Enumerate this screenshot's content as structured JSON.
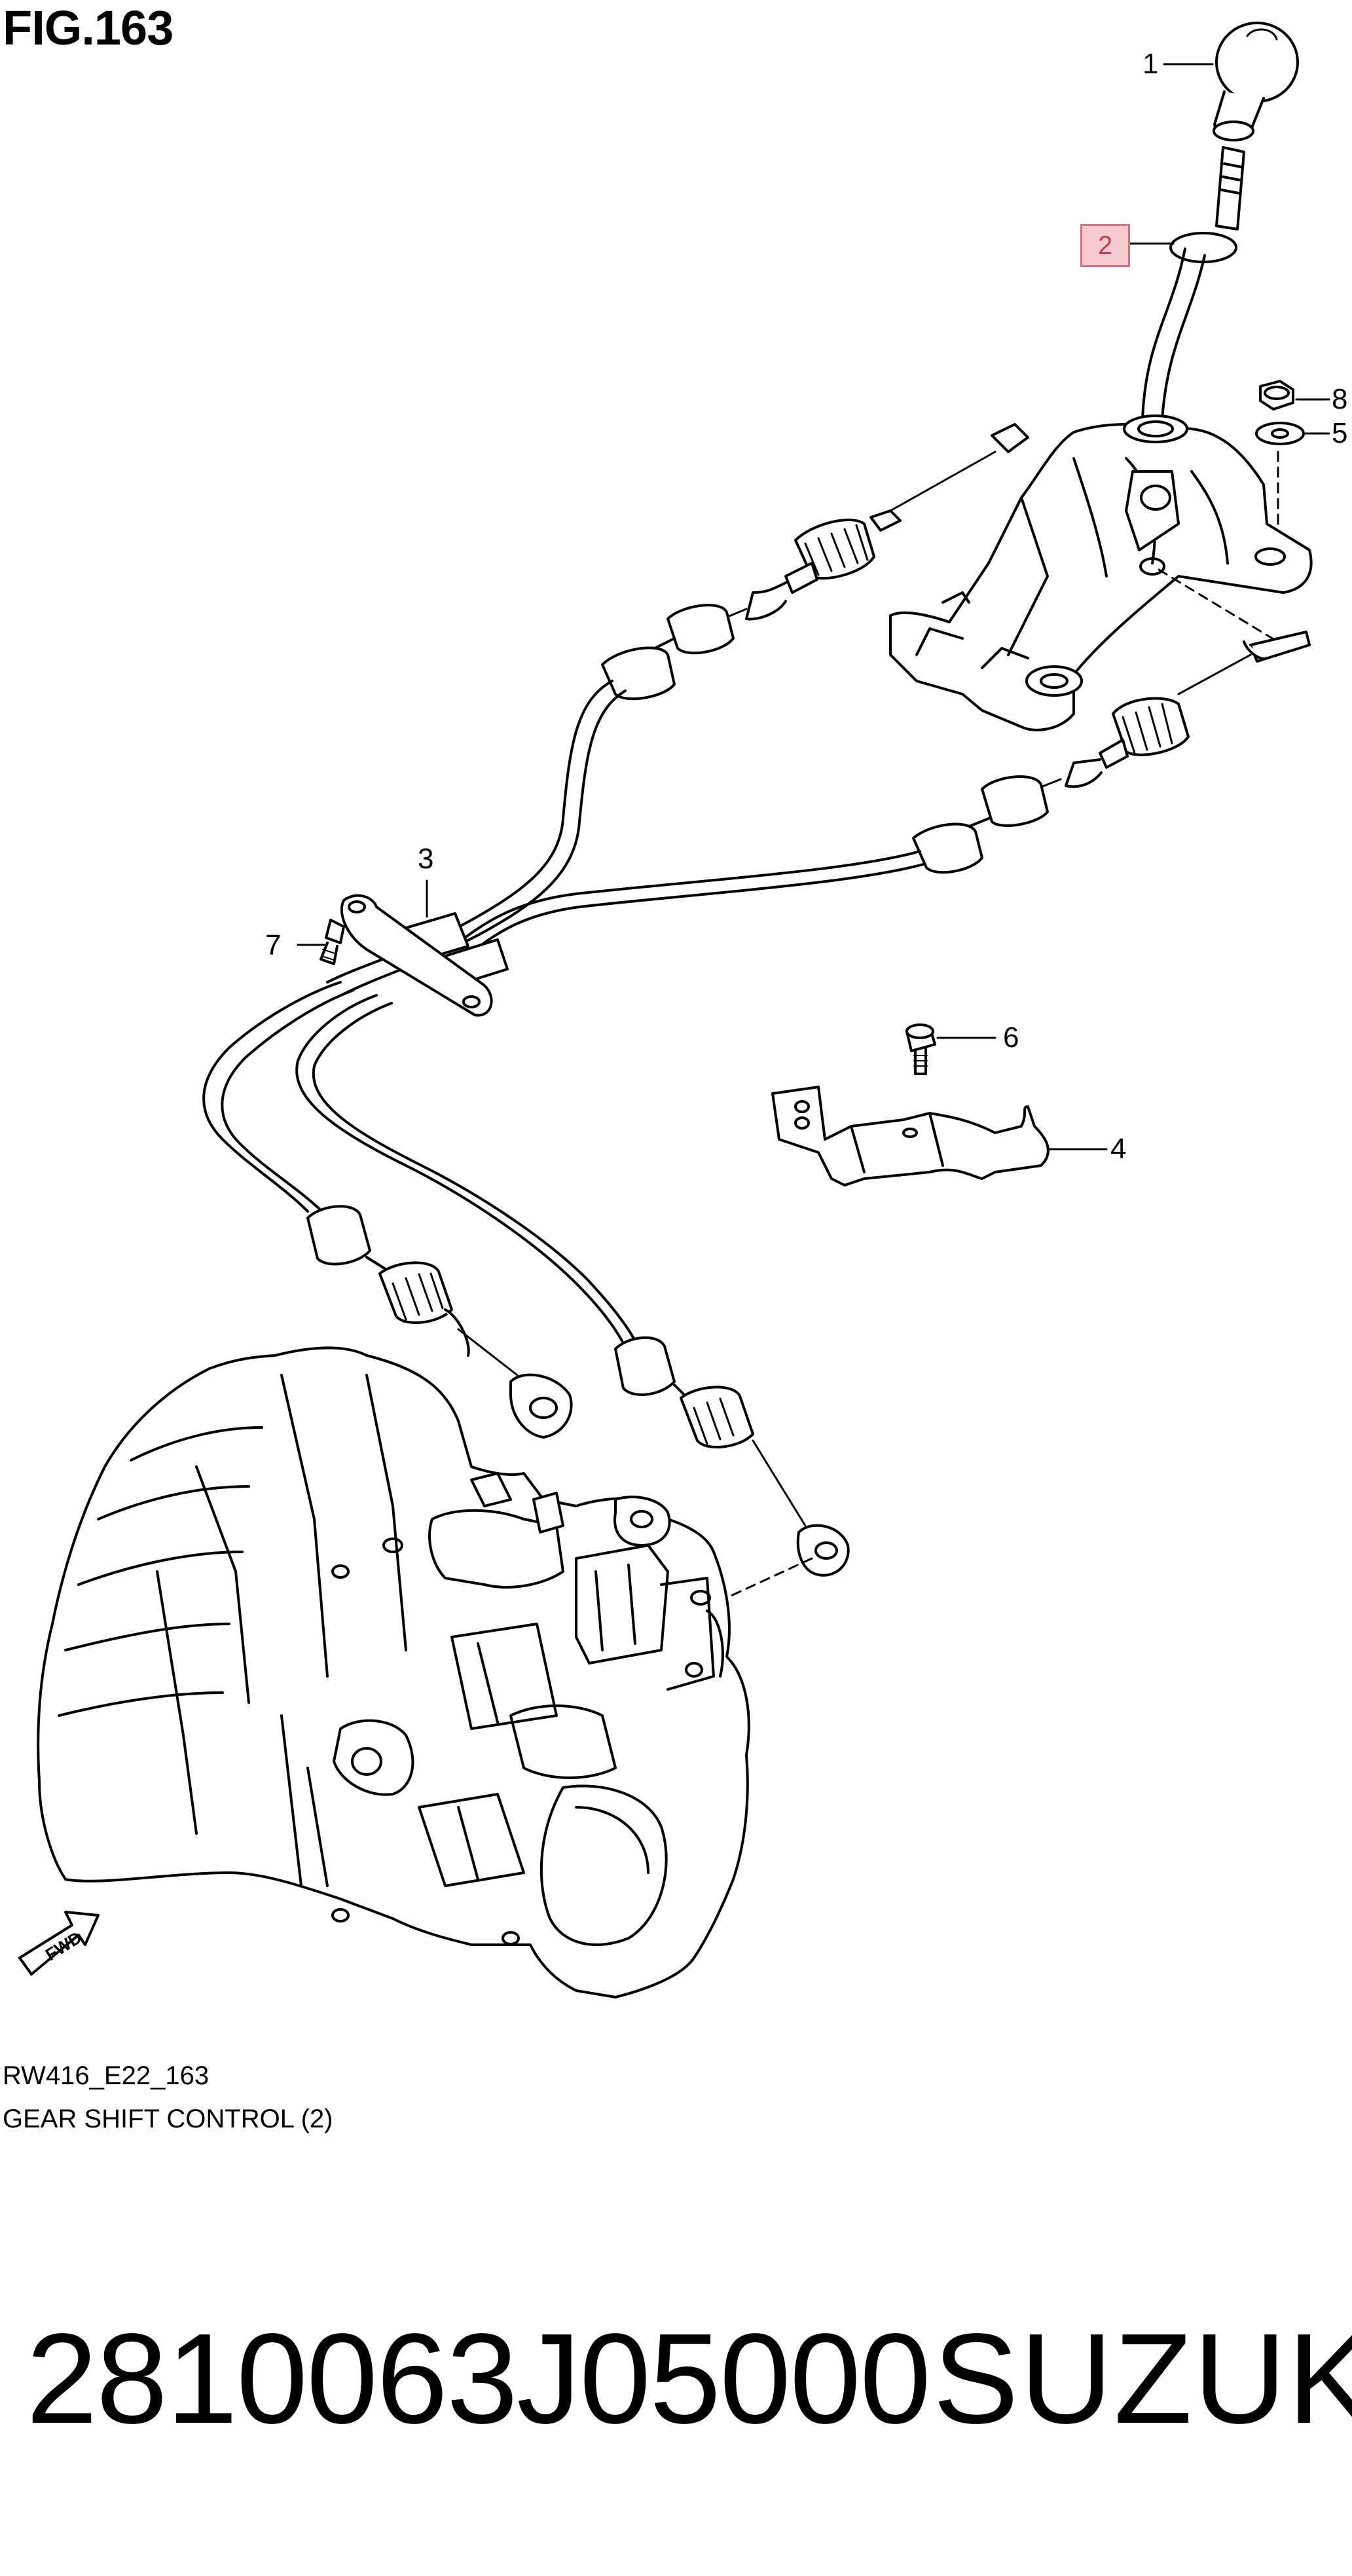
{
  "figure": {
    "title": "FIG.163"
  },
  "callouts": [
    {
      "id": "2",
      "label": "2"
    },
    {
      "id": "1",
      "label": "1"
    },
    {
      "id": "8",
      "label": "8"
    },
    {
      "id": "5",
      "label": "5"
    },
    {
      "id": "3",
      "label": "3"
    },
    {
      "id": "7",
      "label": "7"
    },
    {
      "id": "6",
      "label": "6"
    },
    {
      "id": "4",
      "label": "4"
    }
  ],
  "direction": {
    "label": "FWD"
  },
  "reference": {
    "code": "RW416_E22_163",
    "caption": "GEAR SHIFT CONTROL (2)"
  },
  "footer": {
    "part_number": "2810063J05000",
    "brand": "SUZUKI"
  },
  "colors": {
    "line": "#000000",
    "highlight_fill": "#f7c9cf",
    "highlight_border": "#d9707e",
    "highlight_text": "#c0404f",
    "background": "#ffffff"
  }
}
